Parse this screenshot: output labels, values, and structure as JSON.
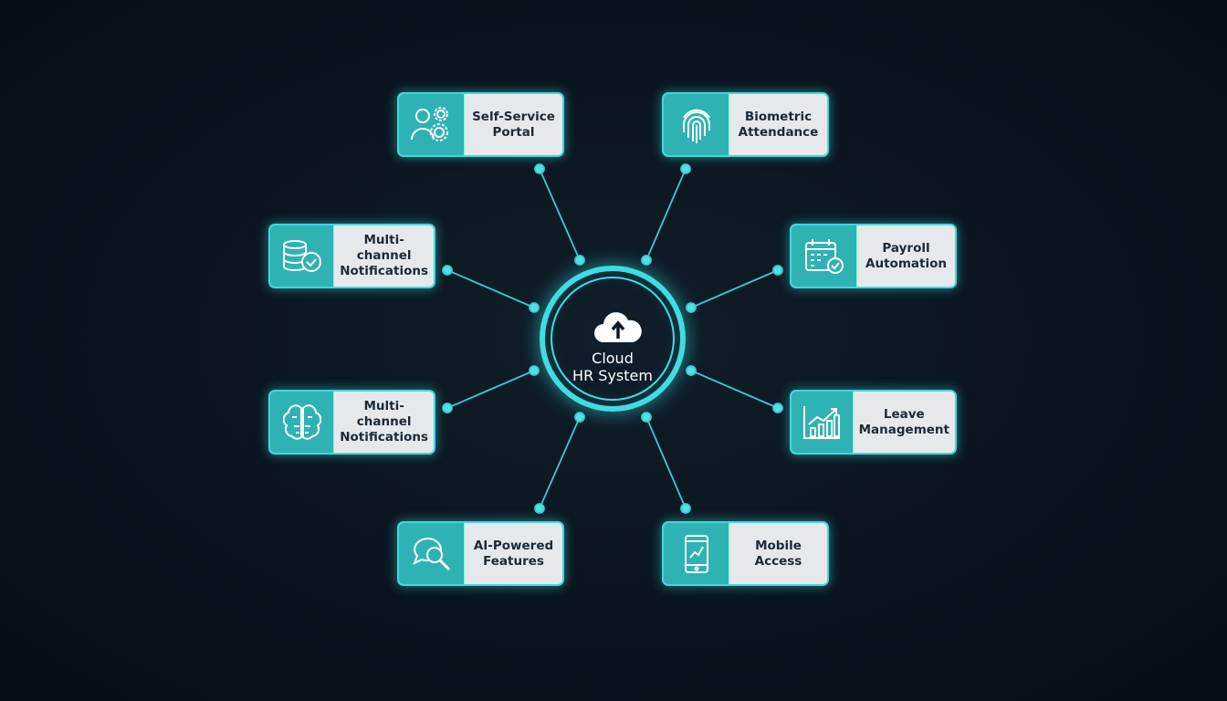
{
  "center": {
    "title_line1": "Cloud",
    "title_line2": "HR System",
    "icon": "cloud-upload-icon"
  },
  "nodes": [
    {
      "label": "Self-Service Portal",
      "icon": "user-gears-icon"
    },
    {
      "label": "Biometric Attendance",
      "icon": "fingerprint-icon"
    },
    {
      "label": "Multi-channel Notifications",
      "icon": "database-check-icon"
    },
    {
      "label": "Payroll Automation",
      "icon": "calendar-check-icon"
    },
    {
      "label": "Multi-channel Notifications",
      "icon": "brain-icon"
    },
    {
      "label": "Leave Management",
      "icon": "chart-growth-icon"
    },
    {
      "label": "AI-Powered Features",
      "icon": "chat-search-icon"
    },
    {
      "label": "Mobile Access",
      "icon": "mobile-chart-icon"
    }
  ],
  "colors": {
    "accent": "#3fdde2",
    "icon_bg": "#2fb2b4",
    "label_bg": "#e6e9ec",
    "background": "#0b1621"
  }
}
